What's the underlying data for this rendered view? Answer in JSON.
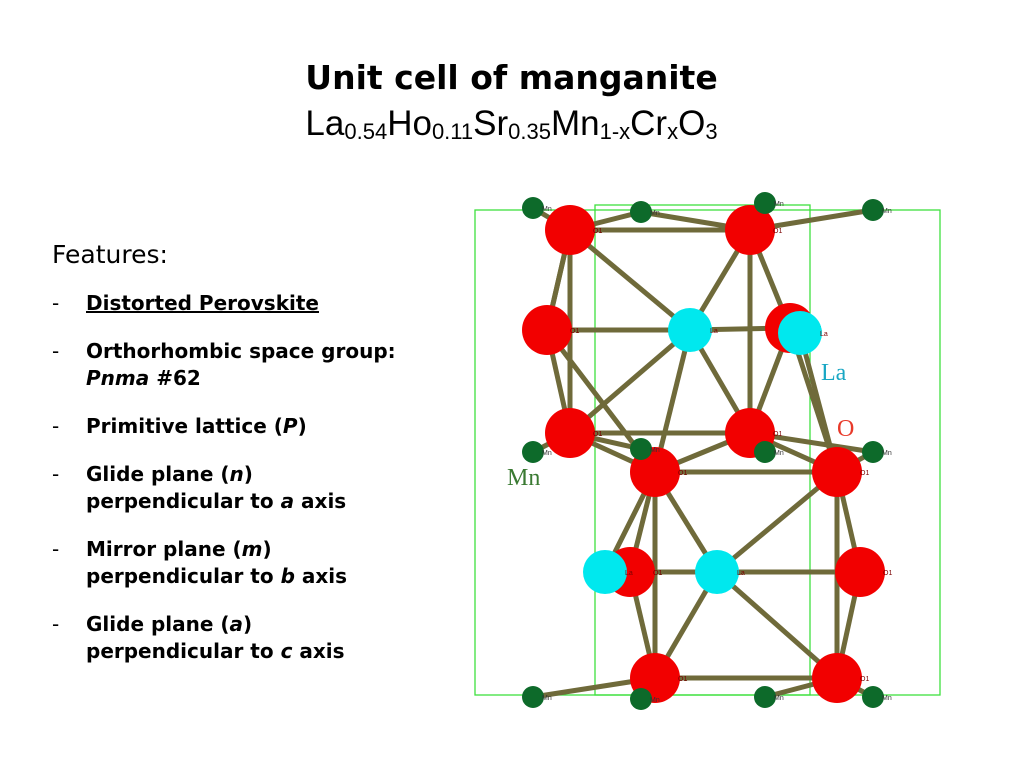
{
  "title": "Unit cell of manganite",
  "formula": {
    "la": "La",
    "la_sub": "0.54",
    "ho": "Ho",
    "ho_sub": "0.11",
    "sr": "Sr",
    "sr_sub": "0.35",
    "mn": "Mn",
    "mn_sub": "1-x",
    "cr": "Cr",
    "cr_sub": "x",
    "o": "O",
    "o_sub": "3"
  },
  "features_heading": "Features:",
  "bullets": [
    {
      "dash": "-",
      "text": "Distorted Perovskite"
    },
    {
      "dash": "-",
      "text_a": "Orthorhombic space group: ",
      "em": "Pnma",
      "text_b": " #62"
    },
    {
      "dash": "-",
      "text_a": "Primitive lattice (",
      "em": "P",
      "text_b": ")"
    },
    {
      "dash": "-",
      "text_a": "Glide plane (",
      "em": "n",
      "text_b": ") perpendicular to ",
      "em2": "a",
      "text_c": " axis"
    },
    {
      "dash": "-",
      "text_a": "Mirror plane (",
      "em": "m",
      "text_b": ") perpendicular to ",
      "em2": "b",
      "text_c": " axis"
    },
    {
      "dash": "-",
      "text_a": "Glide plane (",
      "em": "a",
      "text_b": ") perpendicular to ",
      "em2": "c",
      "text_c": " axis"
    }
  ],
  "diagram": {
    "labels": {
      "la": "La",
      "o": "O",
      "mn": "Mn"
    },
    "atom_tags": {
      "o1": "O1",
      "mn": "Mn",
      "la": "La"
    },
    "colors": {
      "oxygen": "#f20000",
      "lanthanum": "#00e8ee",
      "manganese": "#0d6a2a",
      "bond": "#6f6a3a",
      "cell": "#3ee03e",
      "la_label": "#19a7c4",
      "o_label": "#e83a2a",
      "mn_label": "#3a7a32"
    }
  }
}
